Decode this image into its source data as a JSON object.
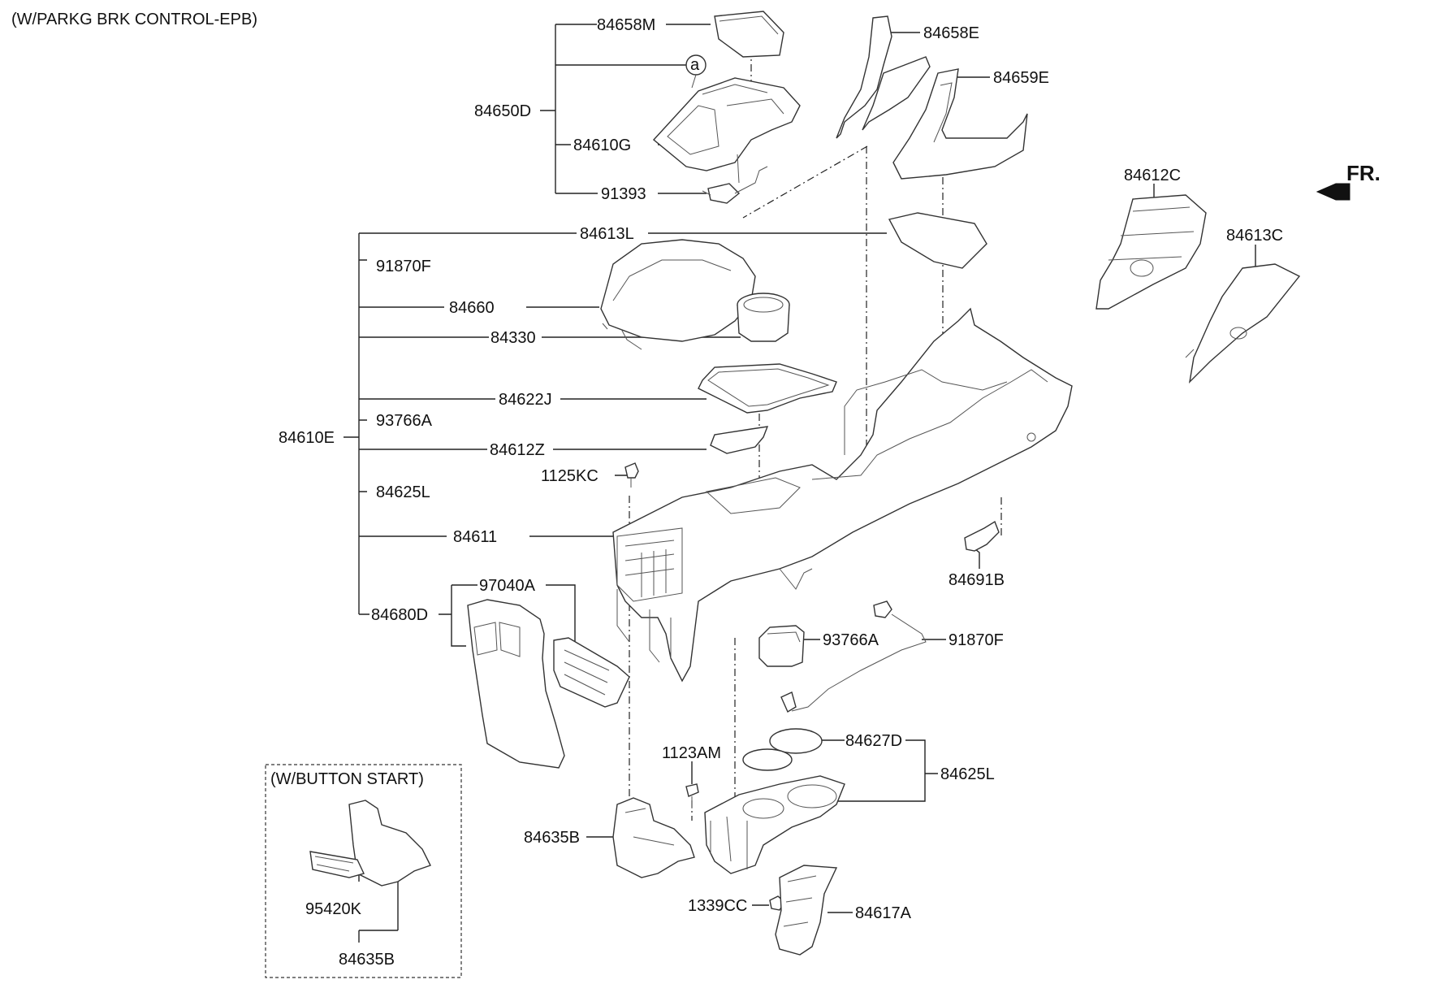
{
  "title": "(W/PARKG BRK CONTROL-EPB)",
  "inset_title": "(W/BUTTON START)",
  "direction_label": "FR.",
  "callout_a": "a",
  "labels": {
    "p84658M": "84658M",
    "p84650D": "84650D",
    "p84610G": "84610G",
    "p91393": "91393",
    "p84658E": "84658E",
    "p84659E": "84659E",
    "p84612C": "84612C",
    "p84613C": "84613C",
    "p84613L": "84613L",
    "p91870F_left": "91870F",
    "p84660": "84660",
    "p84330": "84330",
    "p84622J": "84622J",
    "p93766A_left": "93766A",
    "p84610E": "84610E",
    "p84612Z": "84612Z",
    "p1125KC": "1125KC",
    "p84625L_left": "84625L",
    "p84611": "84611",
    "p84691B": "84691B",
    "p97040A": "97040A",
    "p84680D": "84680D",
    "p93766A_right": "93766A",
    "p91870F_right": "91870F",
    "p1123AM": "1123AM",
    "p84627D": "84627D",
    "p84625L_right": "84625L",
    "p84635B_main": "84635B",
    "p1339CC": "1339CC",
    "p84617A": "84617A",
    "p95420K": "95420K",
    "p84635B_inset": "84635B"
  }
}
